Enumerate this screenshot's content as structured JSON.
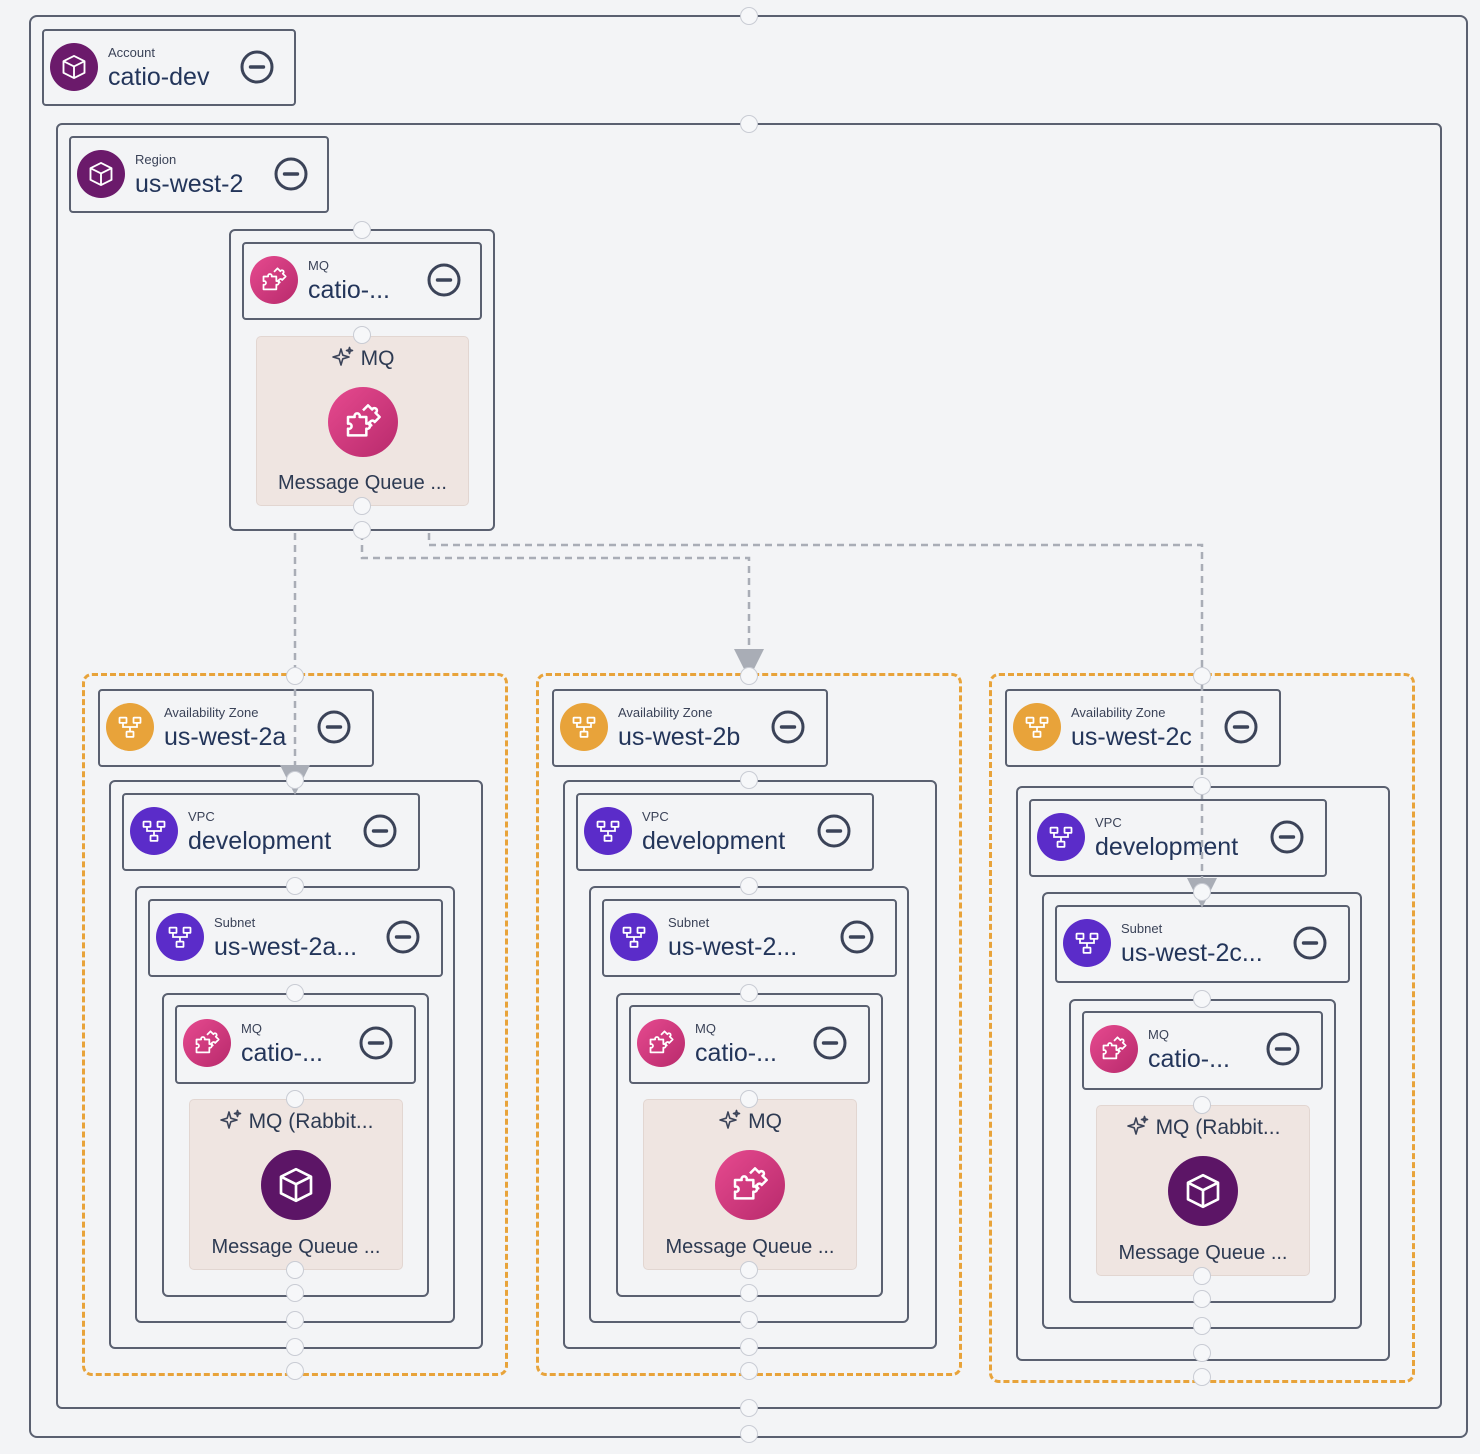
{
  "account": {
    "caption": "Account",
    "name": "catio-dev",
    "icon": "cube-icon",
    "color": "#6b1a6b"
  },
  "region": {
    "caption": "Region",
    "name": "us-west-2",
    "icon": "cube-icon",
    "color": "#6b1a6b"
  },
  "regional_mq": {
    "header": {
      "caption": "MQ",
      "name": "catio-..."
    },
    "card": {
      "title": "MQ",
      "label": "Message Queue ...",
      "icon": "puzzle-icon"
    }
  },
  "zones": [
    {
      "az": {
        "caption": "Availability Zone",
        "name": "us-west-2a"
      },
      "vpc": {
        "caption": "VPC",
        "name": "development"
      },
      "subnet": {
        "caption": "Subnet",
        "name": "us-west-2a..."
      },
      "mq": {
        "caption": "MQ",
        "name": "catio-..."
      },
      "card": {
        "title": "MQ (Rabbit...",
        "label": "Message Queue ...",
        "icon": "cube-icon"
      }
    },
    {
      "az": {
        "caption": "Availability Zone",
        "name": "us-west-2b"
      },
      "vpc": {
        "caption": "VPC",
        "name": "development"
      },
      "subnet": {
        "caption": "Subnet",
        "name": "us-west-2..."
      },
      "mq": {
        "caption": "MQ",
        "name": "catio-..."
      },
      "card": {
        "title": "MQ",
        "label": "Message Queue ...",
        "icon": "puzzle-icon"
      }
    },
    {
      "az": {
        "caption": "Availability Zone",
        "name": "us-west-2c"
      },
      "vpc": {
        "caption": "VPC",
        "name": "development"
      },
      "subnet": {
        "caption": "Subnet",
        "name": "us-west-2c..."
      },
      "mq": {
        "caption": "MQ",
        "name": "catio-..."
      },
      "card": {
        "title": "MQ (Rabbit...",
        "label": "Message Queue ...",
        "icon": "cube-icon"
      }
    }
  ],
  "colors": {
    "az_border": "#e8a33a",
    "container_border": "#5a6070",
    "edge": "#a9adb6",
    "card_bg": "#efe5e1"
  }
}
